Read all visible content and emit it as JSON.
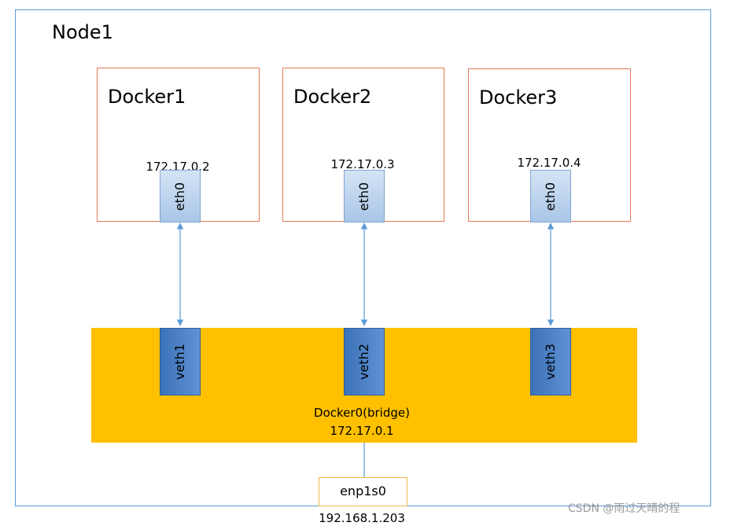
{
  "node": {
    "title": "Node1"
  },
  "containers": [
    {
      "name": "Docker1",
      "ip": "172.17.0.2",
      "iface": "eth0",
      "veth": "veth1"
    },
    {
      "name": "Docker2",
      "ip": "172.17.0.3",
      "iface": "eth0",
      "veth": "veth2"
    },
    {
      "name": "Docker3",
      "ip": "172.17.0.4",
      "iface": "eth0",
      "veth": "veth3"
    }
  ],
  "bridge": {
    "name": "Docker0(bridge)",
    "ip": "172.17.0.1"
  },
  "host_nic": {
    "name": "enp1s0",
    "ip": "192.168.1.203"
  },
  "watermark": "CSDN @雨过天晴的程",
  "colors": {
    "node_border": "#5b9bd5",
    "docker_border": "#e07b5a",
    "eth_fill": "#a9c6e8",
    "veth_fill": "#4a7fc5",
    "bridge_fill": "#ffc000",
    "nic_border": "#f0b94a",
    "link_line": "#5b9bd5"
  }
}
